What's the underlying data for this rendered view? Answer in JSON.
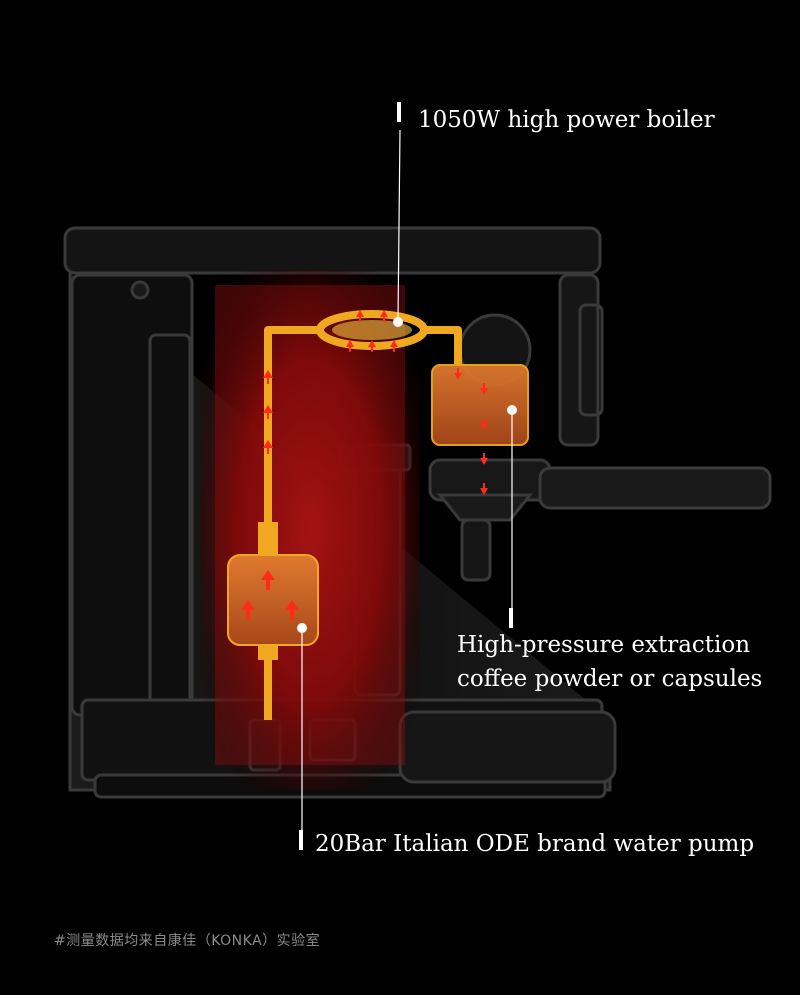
{
  "annotations": {
    "boiler": "1050W high power boiler",
    "extraction_line1": "High-pressure extraction",
    "extraction_line2": "coffee powder or capsules",
    "pump": "20Bar Italian ODE brand water pump"
  },
  "footnote": "#测量数据均来自康佳（KONKA）实验室",
  "colors": {
    "background": "#000000",
    "glow": "#b01010",
    "pipe": "#f0a820",
    "arrow": "#ff2a1a",
    "machine_outline": "#3a3a3a"
  }
}
